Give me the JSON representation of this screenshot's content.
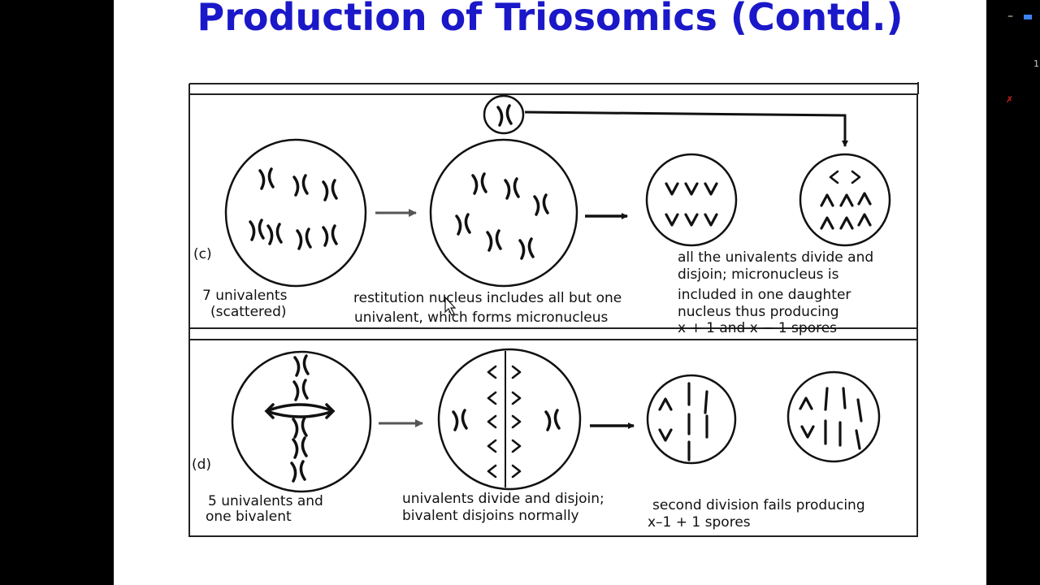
{
  "slide": {
    "title": "Production of Triosomics (Contd.)"
  },
  "panel_c": {
    "label": "(c)",
    "caption_1": [
      "7 univalents",
      "(scattered)"
    ],
    "caption_2": [
      "restitution nucleus includes all but one",
      "univalent, which forms micronucleus"
    ],
    "caption_3": [
      "all the univalents divide and",
      "disjoin; micronucleus is",
      "included in one daughter",
      "nucleus thus producing",
      "x + 1 and x − 1 spores"
    ]
  },
  "panel_d": {
    "label": "(d)",
    "caption_1": [
      "5 univalents and",
      "one bivalent"
    ],
    "caption_2": [
      "univalents divide and disjoin;",
      "bivalent disjoins  normally"
    ],
    "caption_3": [
      "second division fails producing",
      "x–1 + 1 spores"
    ]
  },
  "window_controls": {
    "minimize": "–",
    "counter": "1",
    "mic_icon": "✗"
  },
  "colors": {
    "title": "#1a18c8",
    "ink": "#111111",
    "background": "#ffffff"
  },
  "icons": [
    "arrow-icon",
    "chromosome-icon",
    "cursor-icon"
  ]
}
